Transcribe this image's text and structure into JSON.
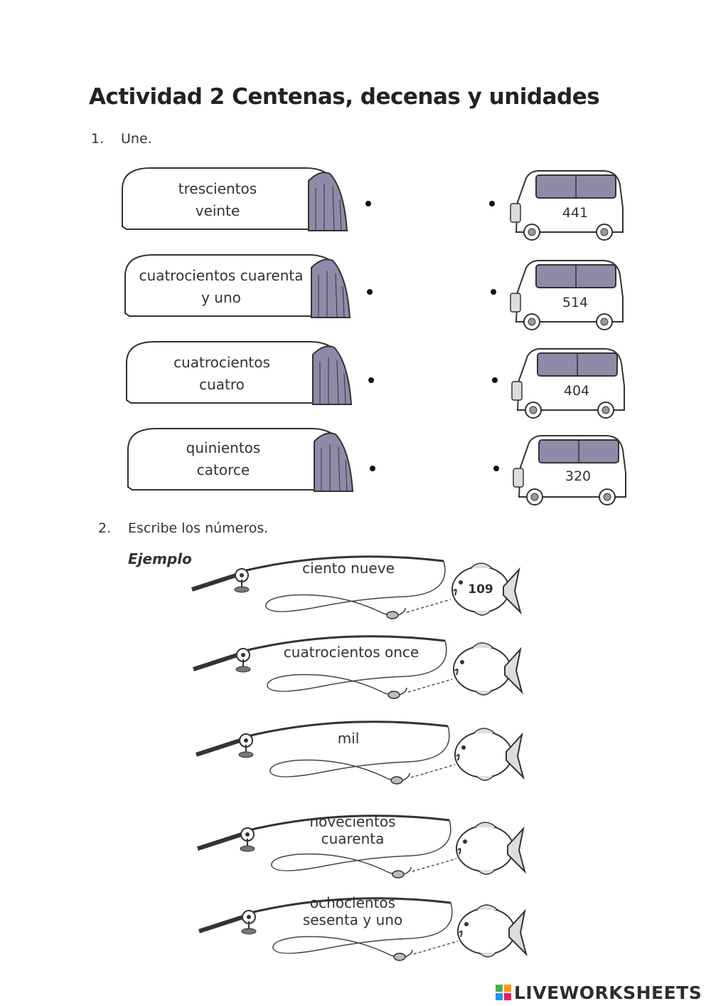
{
  "title": "Actividad 2  Centenas, decenas y unidades",
  "exercise1": {
    "number": "1.",
    "instruction": "Une.",
    "tunnels": [
      {
        "line1": "trescientos",
        "line2": "veinte"
      },
      {
        "line1": "cuatrocientos cuarenta",
        "line2": "y uno"
      },
      {
        "line1": "cuatrocientos",
        "line2": "cuatro"
      },
      {
        "line1": "quinientos",
        "line2": "catorce"
      }
    ],
    "cars": [
      "441",
      "514",
      "404",
      "320"
    ]
  },
  "exercise2": {
    "number": "2.",
    "instruction": "Escribe los números.",
    "example_label": "Ejemplo",
    "rods": [
      {
        "line1": "ciento nueve",
        "line2": "",
        "answer": "109"
      },
      {
        "line1": "cuatrocientos once",
        "line2": "",
        "answer": ""
      },
      {
        "line1": "mil",
        "line2": "",
        "answer": ""
      },
      {
        "line1": "novecientos",
        "line2": "cuarenta",
        "answer": ""
      },
      {
        "line1": "ochocientos",
        "line2": "sesenta y uno",
        "answer": ""
      }
    ]
  },
  "footer": {
    "brand": "LIVEWORKSHEETS"
  },
  "colors": {
    "tunnel_door": "#8e8aa8",
    "car_window": "#8e8aa8",
    "ink": "#2b2b2b"
  }
}
